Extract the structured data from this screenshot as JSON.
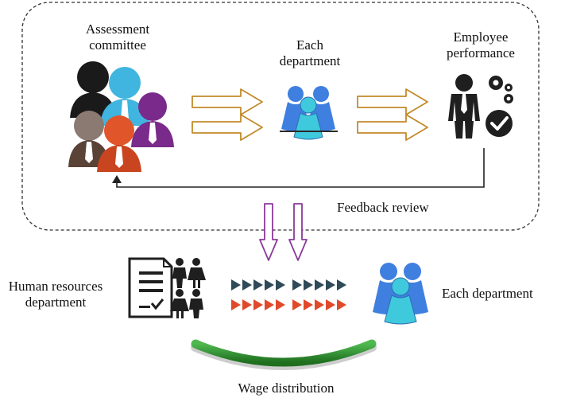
{
  "labels": {
    "assessment_line1": "Assessment",
    "assessment_line2": "committee",
    "each_dept_line1": "Each",
    "each_dept_line2": "department",
    "employee_line1": "Employee",
    "employee_line2": "performance",
    "feedback": "Feedback review",
    "hr_line1": "Human resources",
    "hr_line2": "department",
    "each_dept_bottom": "Each department",
    "wage": "Wage distribution"
  },
  "colors": {
    "arrow_outline": "#c28a2a",
    "down_arrow_outline": "#8a3a9a",
    "dept_blue": "#3f7fe0",
    "dept_cyan": "#3fc9dd",
    "dark_arrow": "#2f4a58",
    "red_arrow": "#e04a2a",
    "wage_green": "#2f8f2f"
  },
  "icons": {
    "committee": "group-of-people-icon",
    "department": "department-pawns-icon",
    "employee": "businessman-with-gears-and-check-icon",
    "hr": "document-with-people-icon"
  }
}
